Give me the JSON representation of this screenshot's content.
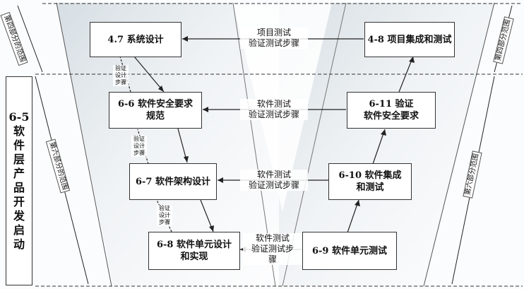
{
  "boxes": {
    "sys_design": "4.7 系统设计",
    "safety_req_spec": "6-6 软件安全要求\n规范",
    "arch_design": "6-7 软件架构设计",
    "unit_design": "6-8 软件单元设计\n和实现",
    "item_integration": "4-8 项目集成和测试",
    "verify_safety_req": "6-11 验证\n软件安全要求",
    "sw_integration": "6-10 软件集成\n和测试",
    "unit_test": "6-9 软件单元测试"
  },
  "middle_labels": {
    "row1": "项目测试\n验证测试步骤",
    "row2": "软件测试\n验证测试步骤",
    "row3": "软件测试\n验证测试步骤",
    "row4": "软件测试\n验证测试步\n骤"
  },
  "verify_notes": {
    "n1": "验证\n设计\n步骤",
    "n2": "验证\n设计\n步骤",
    "n3": "验证\n设计\n步骤"
  },
  "side_box_chars": [
    "6-5",
    "软",
    "件",
    "层",
    "产",
    "品",
    "开",
    "发",
    "启",
    "动"
  ],
  "scope_labels": {
    "left_part4": "第四部分的范围",
    "left_part6": "第六部分的范围",
    "right_part4": "第四部分范围",
    "right_part6": "第六部分范围"
  }
}
